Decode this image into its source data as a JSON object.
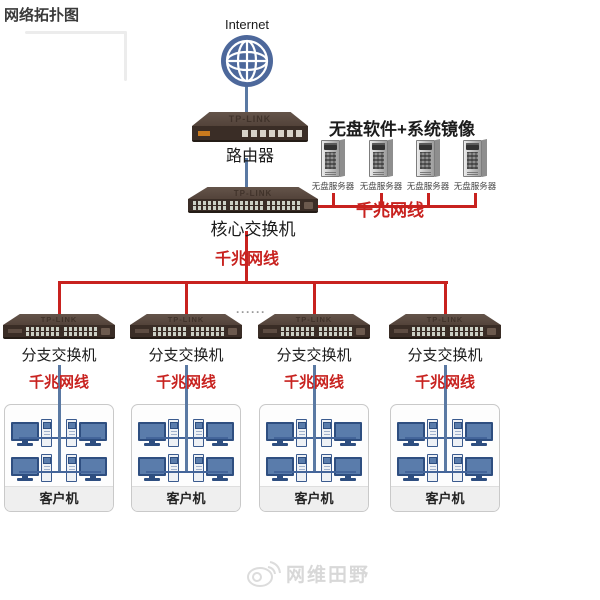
{
  "page": {
    "title": "网络拓扑图"
  },
  "internet": {
    "label": "Internet"
  },
  "router": {
    "brand": "TP-LINK",
    "label": "路由器"
  },
  "core_switch": {
    "brand": "TP-LINK",
    "label": "核心交换机"
  },
  "server_group": {
    "title": "无盘软件+系统镜像",
    "cable_label": "千兆网线",
    "items": [
      {
        "label": "无盘服务器"
      },
      {
        "label": "无盘服务器"
      },
      {
        "label": "无盘服务器"
      },
      {
        "label": "无盘服务器"
      }
    ]
  },
  "backbone": {
    "cable_label": "千兆网线",
    "ellipsis": "······"
  },
  "columns": [
    {
      "brand": "TP-LINK",
      "switch_label": "分支交换机",
      "cable_label": "千兆网线",
      "client_label": "客户机"
    },
    {
      "brand": "TP-LINK",
      "switch_label": "分支交换机",
      "cable_label": "千兆网线",
      "client_label": "客户机"
    },
    {
      "brand": "TP-LINK",
      "switch_label": "分支交换机",
      "cable_label": "千兆网线",
      "client_label": "客户机"
    },
    {
      "brand": "TP-LINK",
      "switch_label": "分支交换机",
      "cable_label": "千兆网线",
      "client_label": "客户机"
    }
  ],
  "watermark": {
    "text": "网维田野"
  },
  "colors": {
    "cable_red": "#c8221f",
    "cable_blue": "#5a79a3",
    "device_top": "#5b4b41",
    "device_front": "#3a2d26",
    "globe_blue": "#4d689b",
    "pc_blue": "#2e4e80"
  }
}
